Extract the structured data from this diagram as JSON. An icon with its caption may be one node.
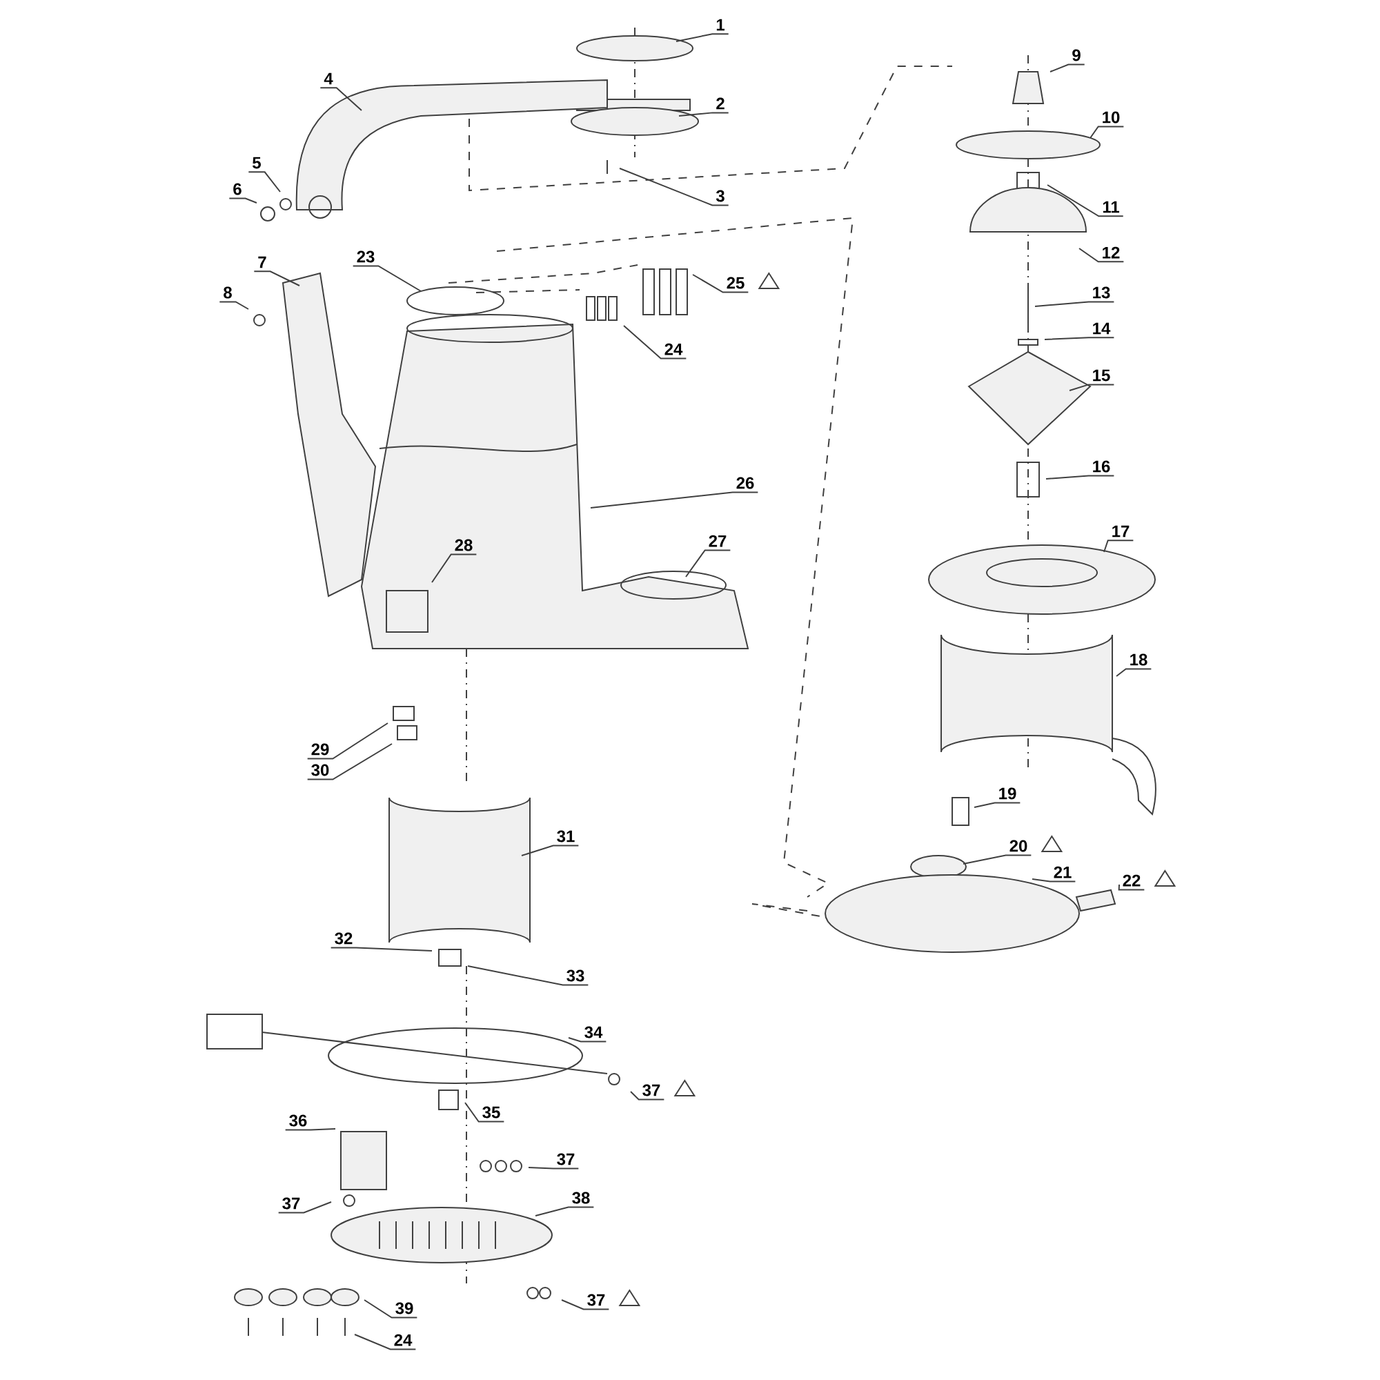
{
  "diagram": {
    "nodes": [
      {
        "text": [
          "1"
        ]
      },
      {
        "text": [
          "2"
        ]
      },
      {
        "text": [
          "3"
        ]
      },
      {
        "text": [
          "4"
        ]
      },
      {
        "text": [
          "5"
        ]
      },
      {
        "text": [
          "6"
        ]
      },
      {
        "text": [
          "7"
        ]
      },
      {
        "text": [
          "8"
        ]
      },
      {
        "text": [
          "9"
        ]
      },
      {
        "text": [
          "10"
        ]
      },
      {
        "text": [
          "11"
        ]
      },
      {
        "text": [
          "12"
        ]
      },
      {
        "text": [
          "13"
        ]
      },
      {
        "text": [
          "14"
        ]
      },
      {
        "text": [
          "15"
        ]
      },
      {
        "text": [
          "16"
        ]
      },
      {
        "text": [
          "17"
        ]
      },
      {
        "text": [
          "18"
        ]
      },
      {
        "text": [
          "19"
        ]
      },
      {
        "text": [
          "20"
        ]
      },
      {
        "text": [
          "21"
        ]
      },
      {
        "text": [
          "22"
        ]
      },
      {
        "text": [
          "23"
        ]
      },
      {
        "text": [
          "24"
        ]
      },
      {
        "text": [
          "25"
        ]
      },
      {
        "text": [
          "26"
        ]
      },
      {
        "text": [
          "27"
        ]
      },
      {
        "text": [
          "28"
        ]
      },
      {
        "text": [
          "29"
        ]
      },
      {
        "text": [
          "30"
        ]
      },
      {
        "text": [
          "31"
        ]
      },
      {
        "text": [
          "32"
        ]
      },
      {
        "text": [
          "33"
        ]
      },
      {
        "text": [
          "34"
        ]
      },
      {
        "text": [
          "35"
        ]
      },
      {
        "text": [
          "36"
        ]
      },
      {
        "text": [
          "37"
        ]
      },
      {
        "text": [
          "37"
        ]
      },
      {
        "text": [
          "37"
        ]
      },
      {
        "text": [
          "38"
        ]
      },
      {
        "text": [
          "37"
        ]
      },
      {
        "text": [
          "39"
        ]
      },
      {
        "text": [
          "24"
        ]
      }
    ],
    "edges": [
      {
        "from": 0,
        "to": null,
        "arrow": "none"
      },
      {
        "from": 1,
        "to": null,
        "arrow": "none"
      },
      {
        "from": 2,
        "to": null,
        "arrow": "none"
      },
      {
        "from": 3,
        "to": null,
        "arrow": "none"
      },
      {
        "from": 4,
        "to": null,
        "arrow": "none"
      },
      {
        "from": 5,
        "to": null,
        "arrow": "none"
      },
      {
        "from": 6,
        "to": null,
        "arrow": "none"
      },
      {
        "from": 7,
        "to": null,
        "arrow": "none"
      },
      {
        "from": 8,
        "to": null,
        "arrow": "none"
      },
      {
        "from": 9,
        "to": null,
        "arrow": "none"
      },
      {
        "from": 10,
        "to": null,
        "arrow": "none"
      },
      {
        "from": 11,
        "to": null,
        "arrow": "none"
      },
      {
        "from": 12,
        "to": null,
        "arrow": "none"
      },
      {
        "from": 13,
        "to": null,
        "arrow": "none"
      },
      {
        "from": 14,
        "to": null,
        "arrow": "none"
      },
      {
        "from": 15,
        "to": null,
        "arrow": "none"
      },
      {
        "from": 16,
        "to": null,
        "arrow": "none"
      },
      {
        "from": 17,
        "to": null,
        "arrow": "none"
      },
      {
        "from": 18,
        "to": null,
        "arrow": "none"
      },
      {
        "from": 19,
        "to": null,
        "arrow": "none"
      },
      {
        "from": 20,
        "to": null,
        "arrow": "none"
      },
      {
        "from": 21,
        "to": null,
        "arrow": "none"
      },
      {
        "from": 22,
        "to": null,
        "arrow": "none"
      },
      {
        "from": 23,
        "to": null,
        "arrow": "none"
      },
      {
        "from": 24,
        "to": null,
        "arrow": "none"
      },
      {
        "from": 25,
        "to": null,
        "arrow": "none"
      },
      {
        "from": 26,
        "to": null,
        "arrow": "none"
      },
      {
        "from": 27,
        "to": null,
        "arrow": "none"
      },
      {
        "from": 28,
        "to": null,
        "arrow": "none"
      },
      {
        "from": 29,
        "to": null,
        "arrow": "none"
      },
      {
        "from": 30,
        "to": null,
        "arrow": "none"
      },
      {
        "from": 31,
        "to": null,
        "arrow": "none"
      },
      {
        "from": 32,
        "to": null,
        "arrow": "none"
      },
      {
        "from": 33,
        "to": null,
        "arrow": "none"
      },
      {
        "from": 34,
        "to": null,
        "arrow": "none"
      },
      {
        "from": 35,
        "to": null,
        "arrow": "none"
      },
      {
        "from": 36,
        "to": null,
        "arrow": "none"
      },
      {
        "from": 37,
        "to": null,
        "arrow": "none"
      },
      {
        "from": 38,
        "to": null,
        "arrow": "none"
      },
      {
        "from": 39,
        "to": null,
        "arrow": "none"
      },
      {
        "from": 40,
        "to": null,
        "arrow": "none"
      },
      {
        "from": 41,
        "to": null,
        "arrow": "none"
      },
      {
        "from": 42,
        "to": null,
        "arrow": "none"
      }
    ]
  }
}
